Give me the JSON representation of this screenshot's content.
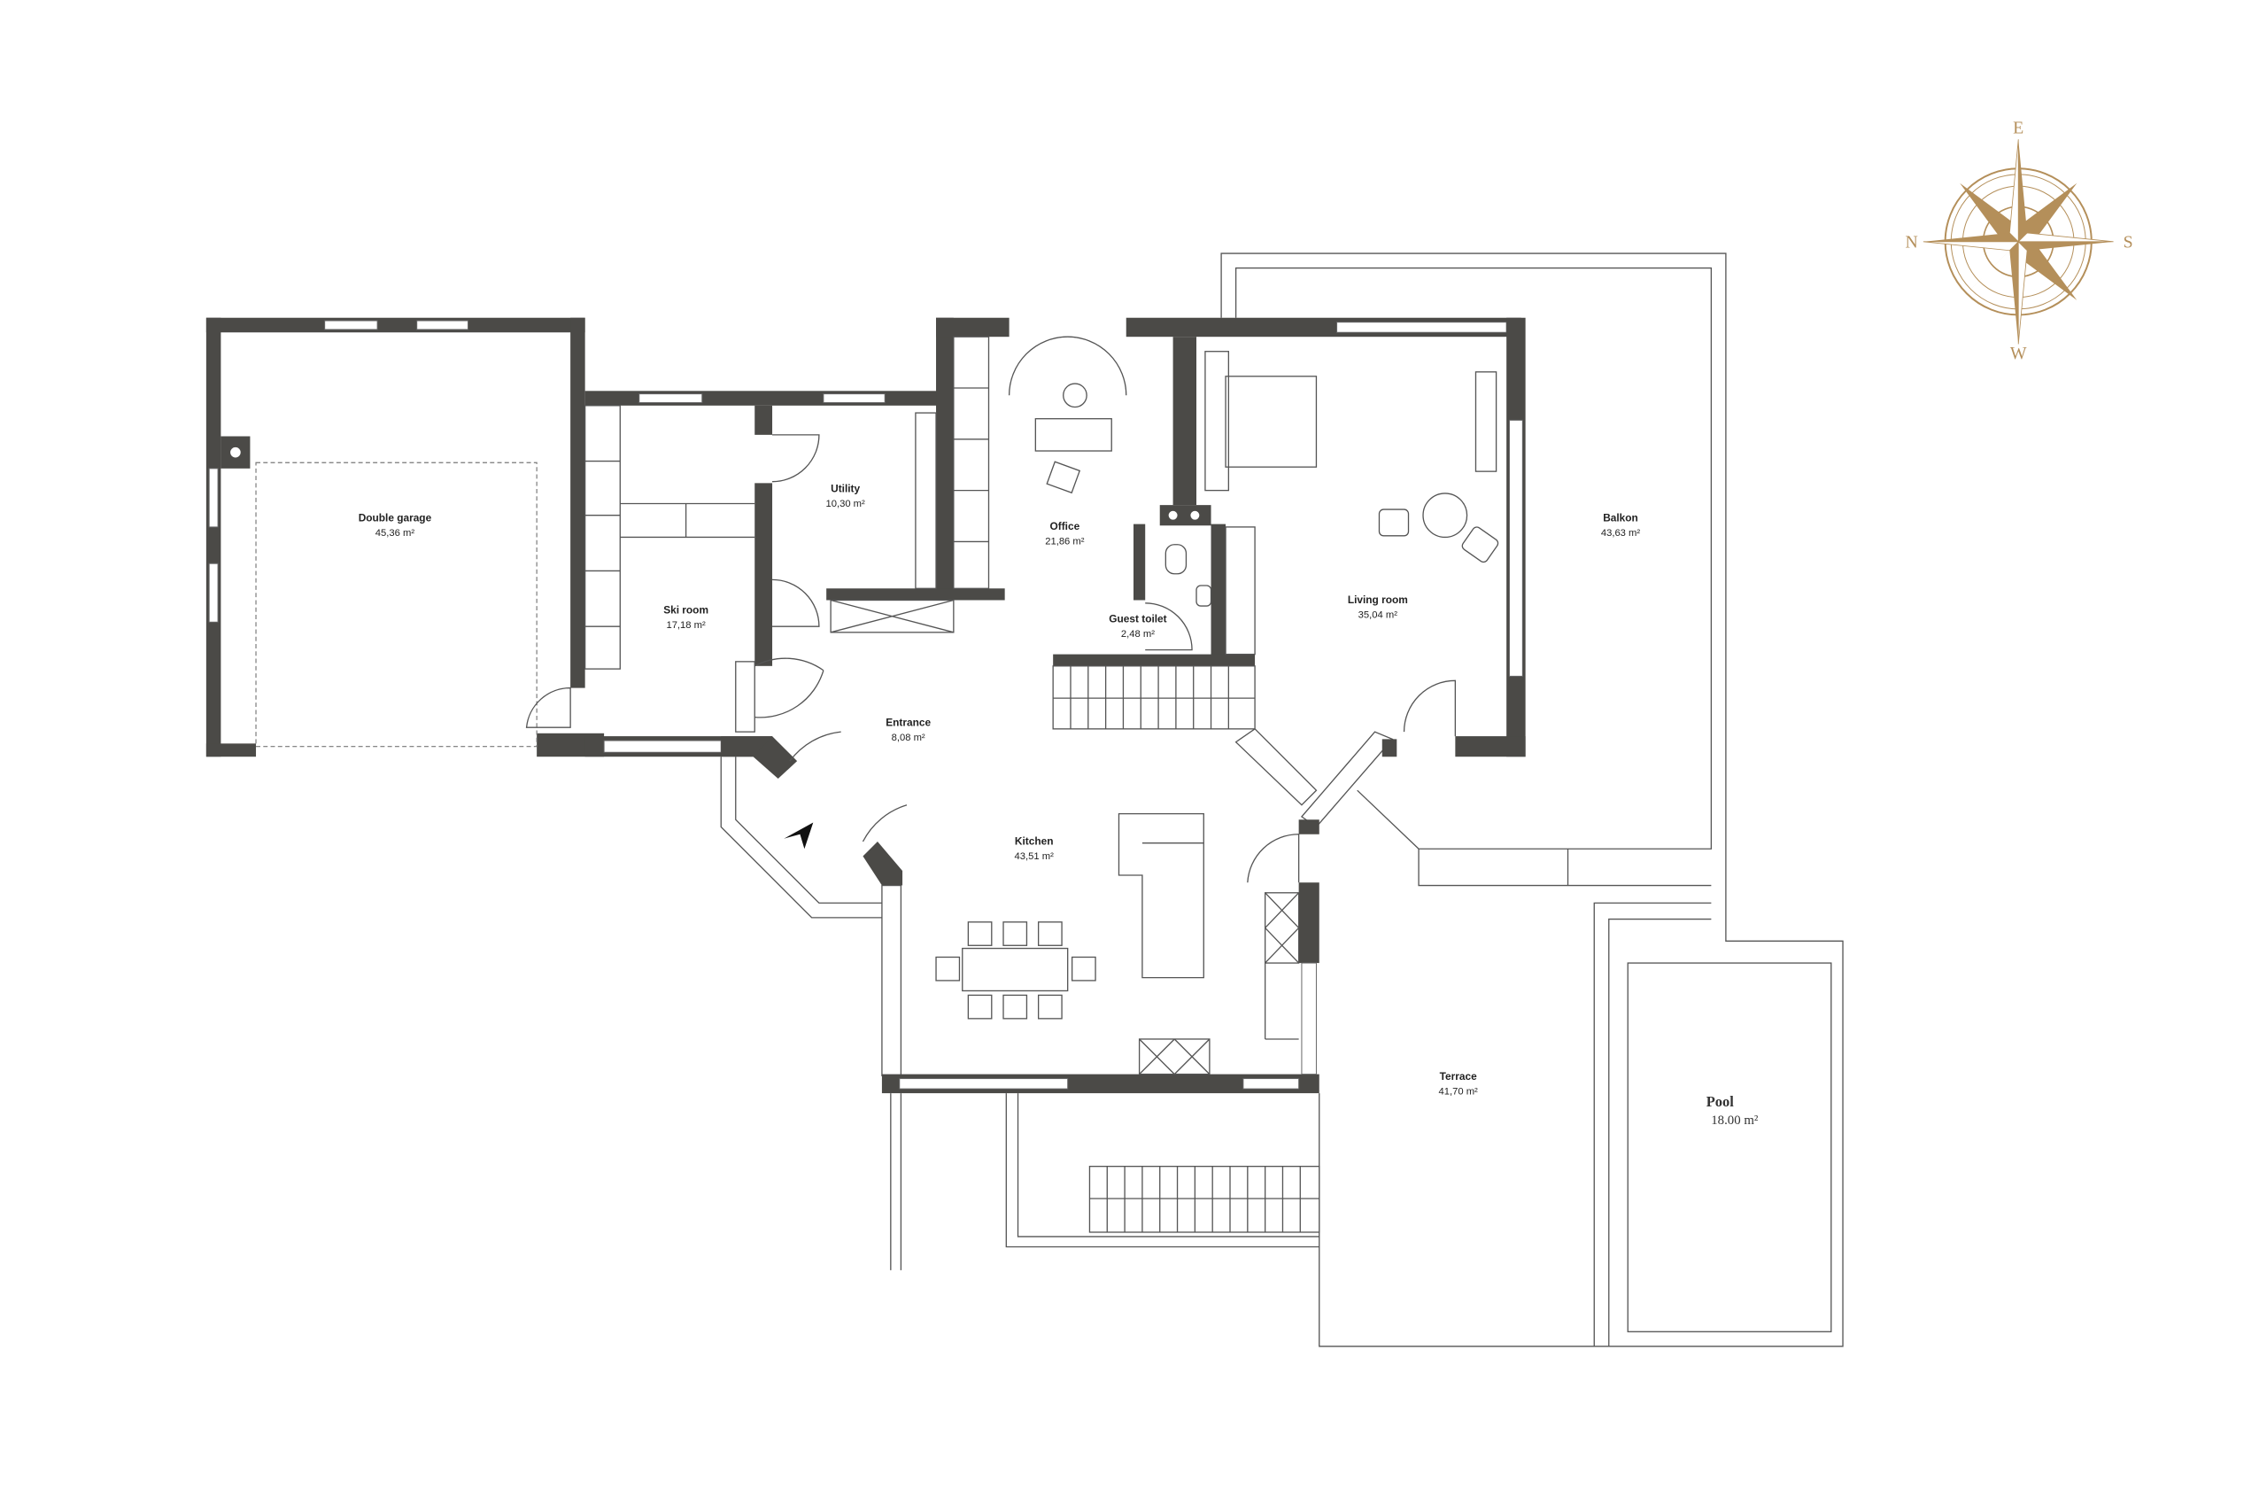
{
  "rooms": {
    "double_garage": {
      "name": "Double garage",
      "area": "45,36 m²"
    },
    "ski_room": {
      "name": "Ski room",
      "area": "17,18 m²"
    },
    "utility": {
      "name": "Utility",
      "area": "10,30 m²"
    },
    "office": {
      "name": "Office",
      "area": "21,86 m²"
    },
    "guest_toilet": {
      "name": "Guest toilet",
      "area": "2,48 m²"
    },
    "living_room": {
      "name": "Living room",
      "area": "35,04 m²"
    },
    "balkon": {
      "name": "Balkon",
      "area": "43,63 m²"
    },
    "entrance": {
      "name": "Entrance",
      "area": "8,08 m²"
    },
    "kitchen": {
      "name": "Kitchen",
      "area": "43,51 m²"
    },
    "terrace": {
      "name": "Terrace",
      "area": "41,70 m²"
    },
    "pool": {
      "name": "Pool",
      "area": "18.00 m²"
    }
  },
  "compass": {
    "top": "E",
    "left": "N",
    "right": "S",
    "bottom": "W",
    "color": "#b48f5a"
  },
  "colors": {
    "wall": "#4b4a47"
  }
}
